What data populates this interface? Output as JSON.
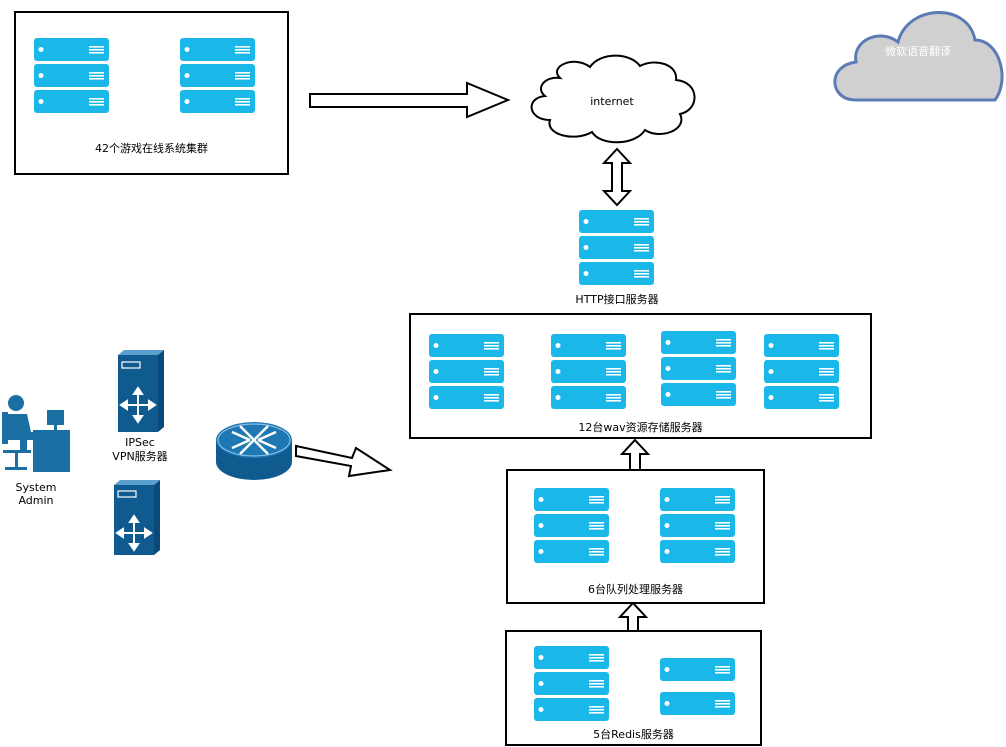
{
  "labels": {
    "cluster": "42个游戏在线系统集群",
    "internet": "internet",
    "translate": "微软语音翻译",
    "http": "HTTP接口服务器",
    "storage": "12台wav资源存储服务器",
    "queue": "6台队列处理服务器",
    "redis": "5台Redis服务器",
    "vpn_line1": "IPSec",
    "vpn_line2": "VPN服务器",
    "admin_line1": "System",
    "admin_line2": "Admin"
  },
  "colors": {
    "server": "#1ab8e8",
    "server_dark": "#0e9ccd",
    "cloud_fill": "#d0d0d0",
    "cloud_stroke": "#5b7bb5",
    "navy": "#0f5b8f",
    "admin_blue": "#1a6fa3"
  },
  "icons": [
    "server-stack-icon",
    "cloud-icon",
    "router-icon",
    "firewall-icon",
    "admin-person-icon",
    "double-arrow-icon",
    "block-arrow-icon"
  ]
}
